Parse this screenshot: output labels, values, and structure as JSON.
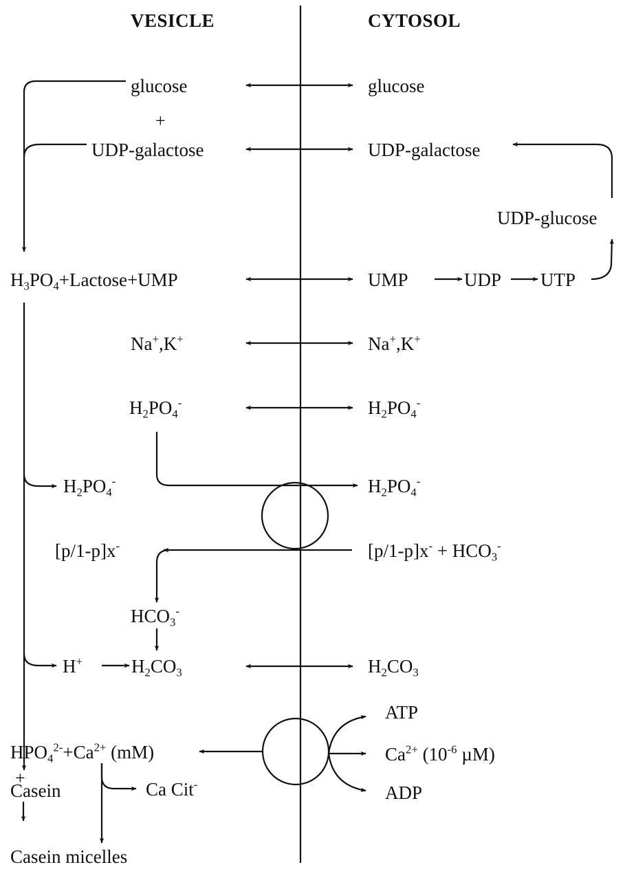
{
  "headers": {
    "vesicle": "VESICLE",
    "cytosol": "CYTOSOL"
  },
  "vesicle": {
    "glucose": "glucose",
    "plus_sign": "+",
    "udp_galactose": "UDP-galactose",
    "h3po4_lactose_ump": [
      "H",
      "3",
      "PO",
      "4",
      "+Lactose+UMP"
    ],
    "na_k": [
      "Na",
      "+",
      ",K",
      "+"
    ],
    "h2po4_upper": [
      "H",
      "2",
      "PO",
      "4",
      "-"
    ],
    "h2po4_lower": [
      "H",
      "2",
      "PO",
      "4",
      "-"
    ],
    "anion_x": [
      "[p/1-p]x",
      "-"
    ],
    "hco3": [
      "HCO",
      "3",
      "-"
    ],
    "h_plus": [
      "H",
      "+"
    ],
    "h2co3": [
      "H",
      "2",
      "CO",
      "3"
    ],
    "hpo4_ca": [
      "HPO",
      "4",
      "2-",
      "+Ca",
      "2+",
      " (mM)"
    ],
    "casein_plus": "+",
    "casein": "Casein",
    "ca_cit": [
      "Ca Cit",
      "-"
    ],
    "casein_micelles": "Casein micelles"
  },
  "cytosol": {
    "glucose": "glucose",
    "udp_galactose": "UDP-galactose",
    "udp_glucose": "UDP-glucose",
    "ump": "UMP",
    "udp": "UDP",
    "utp": "UTP",
    "na_k": [
      "Na",
      "+",
      ",K",
      "+"
    ],
    "h2po4_upper": [
      "H",
      "2",
      "PO",
      "4",
      "-"
    ],
    "h2po4_lower": [
      "H",
      "2",
      "PO",
      "4",
      "-"
    ],
    "anion_x_hco3": [
      "[p/1-p]x",
      "-",
      " + HCO",
      "3",
      "-"
    ],
    "h2co3": [
      "H",
      "2",
      "CO",
      "3"
    ],
    "atp": "ATP",
    "ca": [
      "Ca",
      "2+",
      " (10",
      "-6",
      " µM)"
    ],
    "adp": "ADP"
  }
}
